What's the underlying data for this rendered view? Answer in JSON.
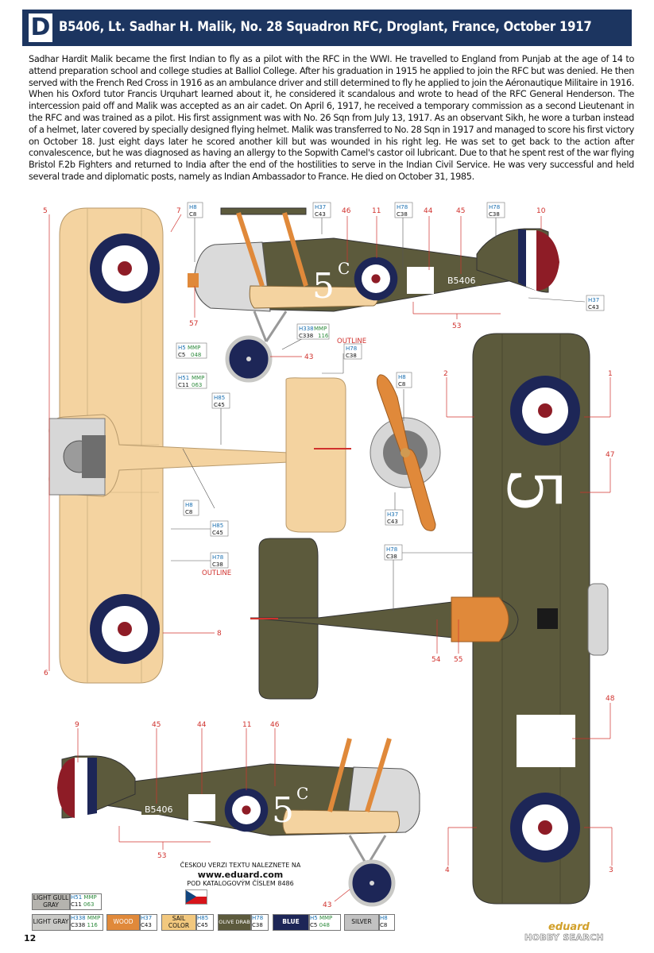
{
  "header": {
    "letter": "D",
    "title": "B5406, Lt. Sadhar H. Malik, No. 28 Squadron RFC, Droglant, France, October 1917"
  },
  "bio": "Sadhar Hardit Malik became the first Indian to fly as a pilot with the RFC in the WWI. He travelled to England from Punjab at the age of 14 to attend preparation school and college studies at Balliol College. After his graduation in 1915 he applied to join the RFC but was denied. He then served with the French Red Cross in 1916 as an ambulance driver and still determined to fly he applied to join the Aéronautique Militaire in 1916. When his Oxford tutor Francis Urquhart learned about it, he considered it scandalous and wrote to head of the RFC General Henderson. The intercession paid off and Malik was accepted as an air cadet. On April 6, 1917, he received a temporary commission as a second Lieutenant in the RFC and was trained as a pilot. His first assignment was with No. 26 Sqn from July 13, 1917. As an observant Sikh, he wore a turban instead of a helmet, later covered by specially designed flying helmet. Malik was transferred to No. 28 Sqn in 1917 and managed to score his first victory on October 18. Just eight days later he scored another kill but was wounded in his right leg. He was set to get back to the action after convalescence, but he was diagnosed as having an allergy to the Sopwith Camel's castor oil lubricant. Due to that he spent rest of the war flying Bristol F.2b Fighters and returned to India after the end of the hostilities to serve in the Indian Civil Service. He was very successful and held several trade and diplomatic posts, namely as Indian Ambassador to France. He died on October 31, 1985.",
  "aircraft": {
    "serial": "B5406",
    "fuselage_code": "5",
    "fuselage_code_sup": "C"
  },
  "callout_numbers": [
    "5",
    "7",
    "46",
    "11",
    "45",
    "10",
    "57",
    "53",
    "43",
    "1",
    "2",
    "47",
    "8",
    "6",
    "54",
    "55",
    "48",
    "9",
    "45",
    "44",
    "11",
    "46",
    "53",
    "43",
    "4",
    "3",
    "44"
  ],
  "outline_labels": [
    "OUTLINE",
    "OUTLINE"
  ],
  "paint_codes": [
    {
      "top": "H8",
      "bottom": "C8"
    },
    {
      "top": "H37",
      "bottom": "C43"
    },
    {
      "top": "H78",
      "bottom": "C38"
    },
    {
      "top": "H78",
      "bottom": "C38"
    },
    {
      "top": "H37",
      "bottom": "C43"
    },
    {
      "top": "H338",
      "mmp": "MMP",
      "bottom": "C338",
      "mmp2": "116"
    },
    {
      "top": "H5",
      "mmp": "MMP",
      "bottom": "C5",
      "mmp2": "048"
    },
    {
      "top": "H78",
      "bottom": "C38"
    },
    {
      "top": "H51",
      "mmp": "MMP",
      "bottom": "C11",
      "mmp2": "063"
    },
    {
      "top": "H8",
      "bottom": "C8"
    },
    {
      "top": "H85",
      "bottom": "C45"
    },
    {
      "top": "H37",
      "bottom": "C43"
    },
    {
      "top": "H8",
      "bottom": "C8"
    },
    {
      "top": "H85",
      "bottom": "C45"
    },
    {
      "top": "H78",
      "bottom": "C38"
    },
    {
      "top": "H78",
      "bottom": "C38"
    }
  ],
  "czech_note": {
    "line1": "ČESKOU VERZI TEXTU NALEZNETE NA",
    "url": "www.eduard.com",
    "line2": "POD KATALOGOVÝM ČÍSLEM 8486"
  },
  "legend": {
    "row1": {
      "name": "LIGHT GULL GRAY",
      "top": "H51",
      "mmp": "MMP",
      "bottom": "C11",
      "mmp2": "063",
      "color": "#b5b3ae"
    },
    "row2": [
      {
        "name": "LIGHT GRAY",
        "top": "H338",
        "mmp": "MMP",
        "bottom": "C338",
        "mmp2": "116",
        "color": "#c9c9c6",
        "text": "#111111"
      },
      {
        "name": "WOOD",
        "top": "H37",
        "bottom": "C43",
        "color": "#e0893a",
        "text": "#ffffff"
      },
      {
        "name": "SAIL COLOR",
        "top": "H85",
        "bottom": "C45",
        "color": "#f2c87e",
        "text": "#111111"
      },
      {
        "name": "OLIVE DRAB",
        "top": "H78",
        "bottom": "C38",
        "color": "#5c5a3c",
        "text": "#ffffff"
      },
      {
        "name": "BLUE",
        "top": "H5",
        "mmp": "MMP",
        "bottom": "C5",
        "mmp2": "048",
        "color": "#1d2657",
        "text": "#ffffff"
      },
      {
        "name": "SILVER",
        "top": "H8",
        "bottom": "C8",
        "color": "#c2c2c2",
        "text": "#111111"
      }
    ]
  },
  "page_number": "12",
  "branding": {
    "eduard": "eduard",
    "hobby_search": "HOBBY SEARCH"
  },
  "colors": {
    "header_bg": "#1c3560",
    "olive_drab": "#5c5a3c",
    "sail": "#f4d3a0",
    "wood": "#e0893a",
    "roundel_blue": "#1d2657",
    "roundel_red": "#8e1c26",
    "callout_red": "#d0312d",
    "code_blue": "#1a6fb0"
  }
}
